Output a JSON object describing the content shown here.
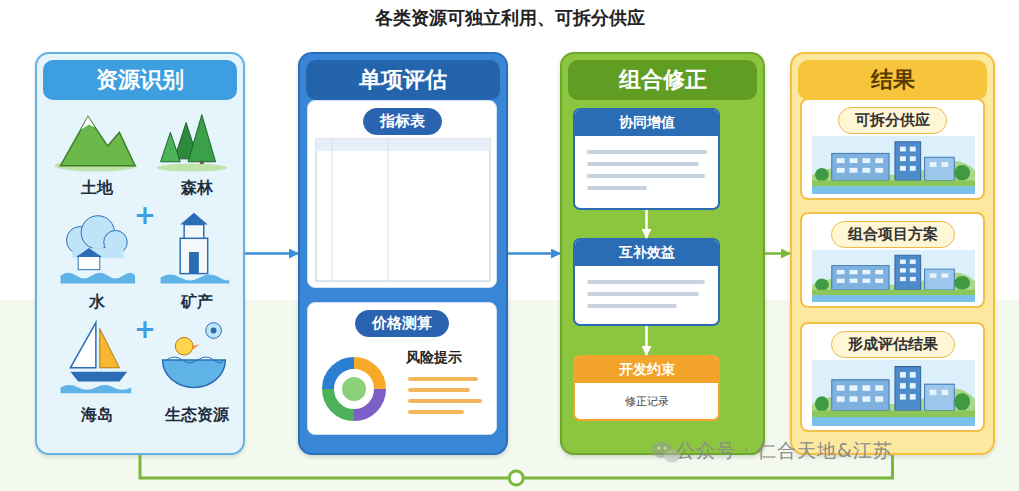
{
  "diagram": {
    "title": "各类资源可独立利用、可拆分供应",
    "nodes": [
      {
        "text": [
          "资源识别"
        ]
      },
      {
        "text": [
          "单项评估"
        ]
      },
      {
        "text": [
          "指标表"
        ],
        "in": 1
      },
      {
        "text": [
          "价格测算",
          "风险提示"
        ],
        "in": 1
      },
      {
        "text": [
          "组合修正"
        ]
      },
      {
        "text": [
          "协同增值"
        ],
        "in": 4
      },
      {
        "text": [
          "互补效益"
        ],
        "in": 4
      },
      {
        "text": [
          "开发约束",
          "修正记录"
        ],
        "in": 4
      },
      {
        "text": [
          "结果"
        ]
      },
      {
        "text": [
          "可拆分供应"
        ],
        "in": 8
      },
      {
        "text": [
          "组合项目方案"
        ],
        "in": 8
      },
      {
        "text": [
          "形成评估结果"
        ],
        "in": 8
      }
    ],
    "edges": [
      {
        "from": 0,
        "to": 1,
        "arrow": "to"
      },
      {
        "from": 1,
        "to": 4,
        "arrow": "to"
      },
      {
        "from": 4,
        "to": 8,
        "arrow": "to"
      },
      {
        "from": 5,
        "to": 6,
        "arrow": "to"
      },
      {
        "from": 6,
        "to": 7,
        "arrow": "to"
      },
      {
        "from": 0,
        "to": 8,
        "arrow": "none"
      }
    ],
    "labels": [
      "土地",
      "森林",
      "水",
      "矿产",
      "海岛",
      "生态资源",
      "+",
      "+",
      "公众号 · 仁合天地&江苏"
    ]
  }
}
